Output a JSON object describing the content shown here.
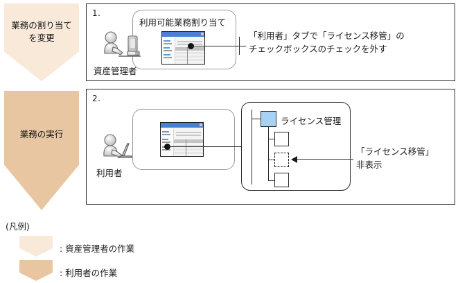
{
  "phases": [
    {
      "label": "業務の割り当て\nを変更",
      "color": "#f8e9d9"
    },
    {
      "label": "業務の実行",
      "color": "#e9c6a2"
    }
  ],
  "steps": [
    {
      "number": "1.",
      "actor": "資産管理者",
      "actor_icon": "person-at-desktop-icon",
      "window_title": "利用可能業務割り当て",
      "annotation": "「利用者」タブで「ライセンス移管」の\nチェックボックスのチェックを外す"
    },
    {
      "number": "2.",
      "actor": "利用者",
      "actor_icon": "person-at-laptop-icon",
      "annotation": "「ライセンス移管」\n非表示",
      "tree": {
        "root_label": "ライセンス管理",
        "root_color": "#a9d2f2",
        "children": [
          {
            "label": "",
            "state": "visible"
          },
          {
            "label": "",
            "state": "hidden"
          },
          {
            "label": "",
            "state": "visible"
          }
        ]
      }
    }
  ],
  "legend": {
    "title": "(凡例)",
    "items": [
      {
        "swatch_color": "#f8e9d9",
        "text": ": 資産管理者の作業"
      },
      {
        "swatch_color": "#e9c6a2",
        "text": ": 利用者の作業"
      }
    ]
  }
}
